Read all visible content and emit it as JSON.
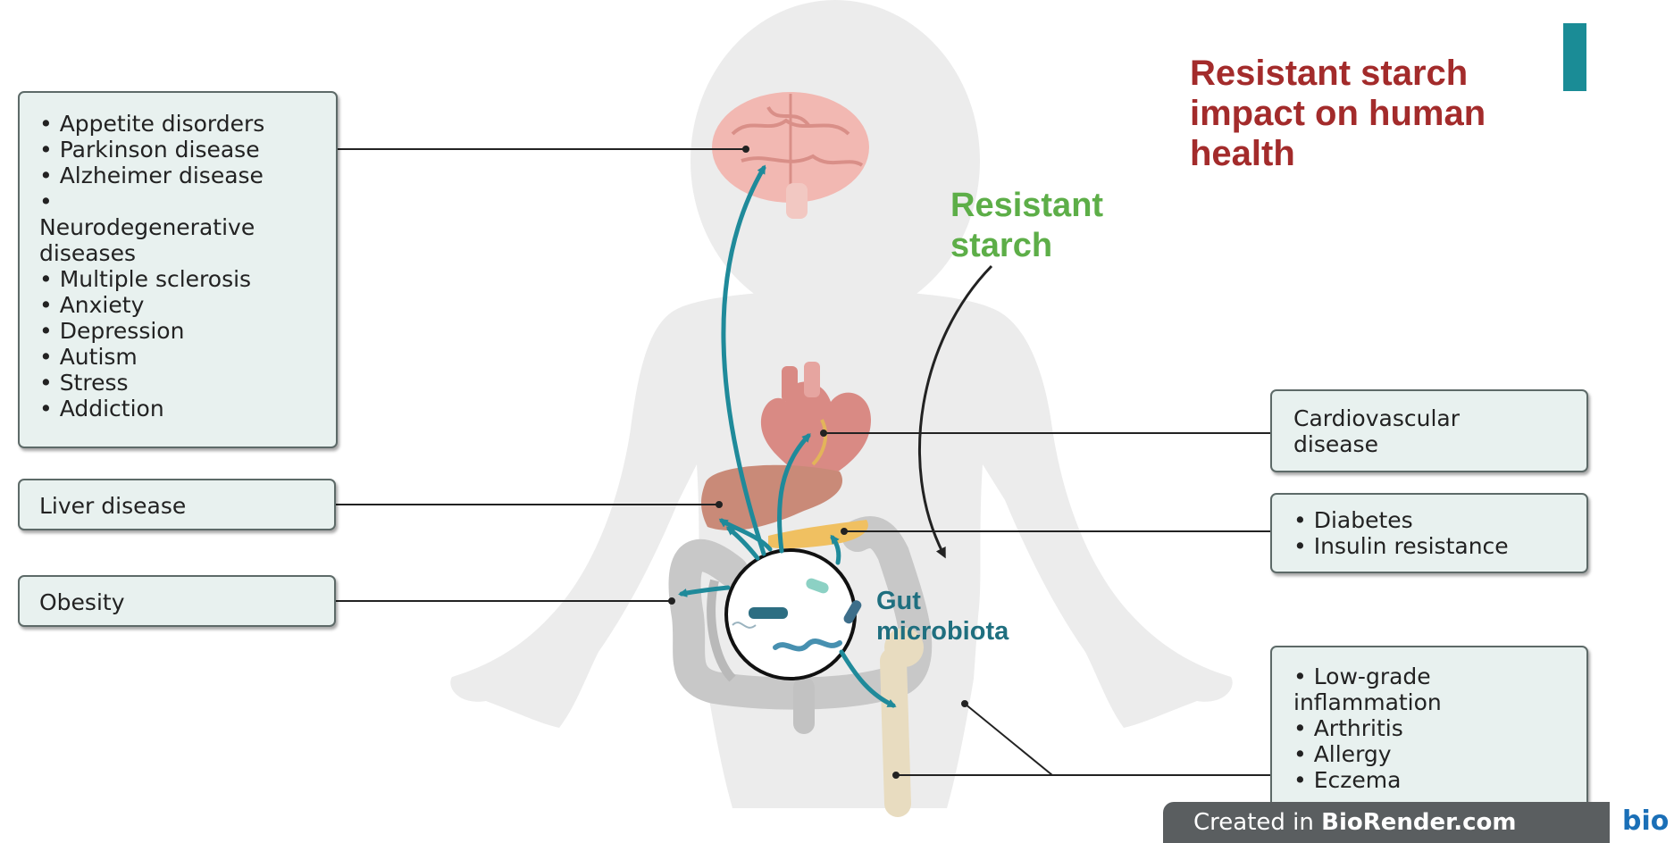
{
  "title": {
    "lines": [
      "Resistant starch",
      "impact on human",
      "health"
    ]
  },
  "resistant_starch_label": {
    "lines": [
      "Resistant",
      "starch"
    ]
  },
  "gut_label": {
    "lines": [
      "Gut",
      "microbiota"
    ]
  },
  "boxes": {
    "brain": {
      "items": [
        "• Appetite disorders",
        "• Parkinson disease",
        "• Alzheimer disease",
        "•",
        "Neurodegenerative",
        "diseases",
        "• Multiple sclerosis",
        "• Anxiety",
        "• Depression",
        "• Autism",
        "• Stress",
        "• Addiction"
      ]
    },
    "liver": {
      "items": [
        "Liver disease"
      ]
    },
    "obesity": {
      "items": [
        "Obesity"
      ]
    },
    "heart": {
      "items": [
        "Cardiovascular",
        "disease"
      ]
    },
    "pancreas": {
      "items": [
        "• Diabetes",
        "• Insulin resistance"
      ]
    },
    "joints": {
      "items": [
        "• Low-grade",
        "inflammation",
        "• Arthritis",
        "• Allergy",
        "• Eczema"
      ]
    }
  },
  "footer": {
    "prefix": "Created in ",
    "brand": "BioRender.com",
    "logo": "bio"
  },
  "colors": {
    "title": "#a32b2b",
    "accent_bar": "#1a8c96",
    "resistant_starch": "#5dae48",
    "gut_label": "#1f6f7f",
    "arrows": "#1f8a9a",
    "box_fill": "#e8f1ef",
    "body_silhouette": "#ececec",
    "footer_bg": "#5a5e60"
  },
  "icons": [
    "brain-icon",
    "heart-icon",
    "liver-icon",
    "pancreas-icon",
    "intestine-icon",
    "femur-icon",
    "bacteria-icon"
  ]
}
